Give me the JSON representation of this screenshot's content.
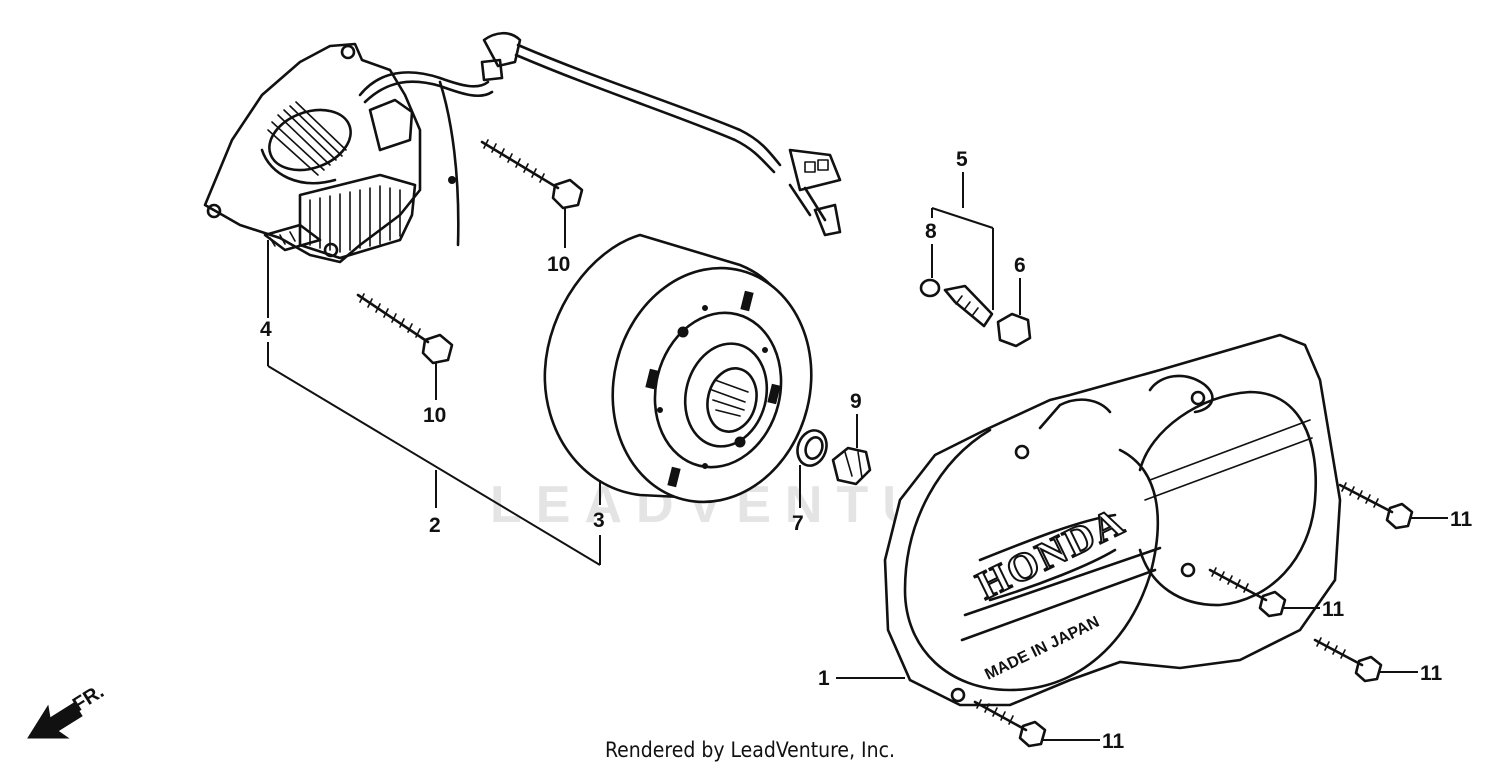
{
  "diagram": {
    "watermark_text": "LEADVENTURE",
    "cover_brand_text": "HONDA",
    "cover_origin_text": "MADE IN JAPAN",
    "direction_label": "FR.",
    "callouts": [
      {
        "id": "c1",
        "label": "1"
      },
      {
        "id": "c2",
        "label": "2"
      },
      {
        "id": "c3",
        "label": "3"
      },
      {
        "id": "c4",
        "label": "4"
      },
      {
        "id": "c5",
        "label": "5"
      },
      {
        "id": "c6",
        "label": "6"
      },
      {
        "id": "c7",
        "label": "7"
      },
      {
        "id": "c8",
        "label": "8"
      },
      {
        "id": "c9",
        "label": "9"
      },
      {
        "id": "c10a",
        "label": "10"
      },
      {
        "id": "c10b",
        "label": "10"
      },
      {
        "id": "c11a",
        "label": "11"
      },
      {
        "id": "c11b",
        "label": "11"
      },
      {
        "id": "c11c",
        "label": "11"
      },
      {
        "id": "c11d",
        "label": "11"
      }
    ]
  },
  "footer": {
    "credit": "Rendered by LeadVenture, Inc."
  }
}
